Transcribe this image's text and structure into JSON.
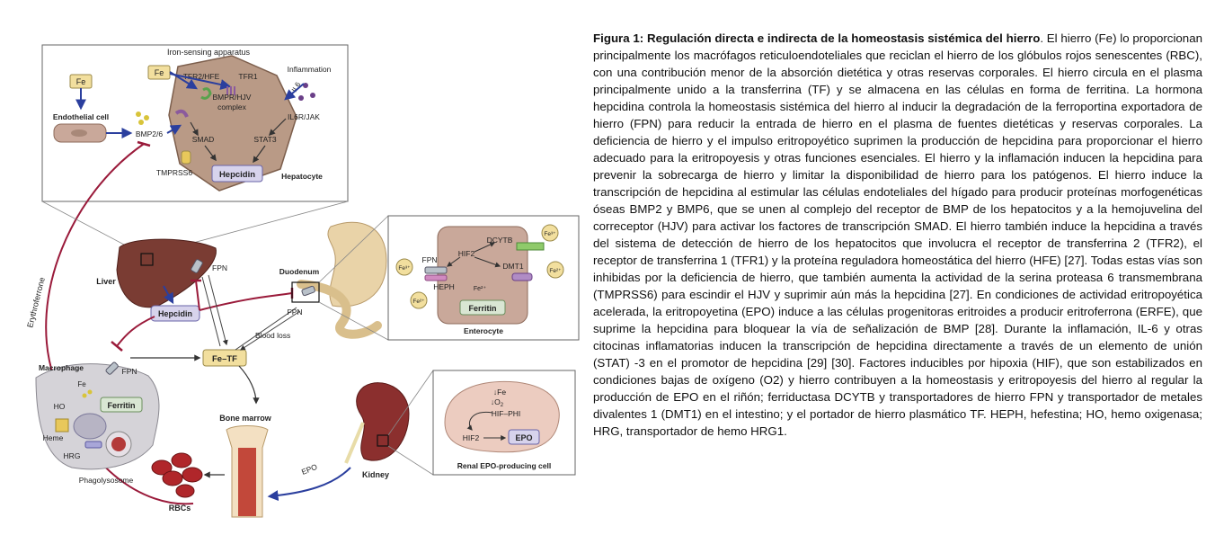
{
  "figure": {
    "top_panel": {
      "header": "Iron-sensing apparatus",
      "fe": "Fe",
      "tfr2_hfe": "TFR2/HFE",
      "tfr1": "TFR1",
      "inflammation": "Inflammation",
      "il6": "IL6",
      "il6r_jak": "IL6R/JAK",
      "fe_endo": "Fe",
      "endothelial_cell": "Endothelial cell",
      "bmp26": "BMP2/6",
      "bmpr_hjv": "BMPR/HJV",
      "complex": "complex",
      "smad": "SMAD",
      "stat3": "STAT3",
      "tmprss6": "TMPRSS6",
      "hepcidin": "Hepcidin",
      "hepatocyte": "Hepatocyte"
    },
    "erythroferrone": "Erythroferrone",
    "liver": "Liver",
    "fpn_liver": "FPN",
    "hepcidin_box": "Hepcidin",
    "duodenum": "Duodenum",
    "fpn_duodenum": "FPN",
    "blood_loss": "Blood loss",
    "fe_tf": "Fe–TF",
    "enterocyte_panel": {
      "dcytb": "DCYTB",
      "hif2": "HIF2",
      "fpn": "FPN",
      "dmt1": "DMT1",
      "heph": "HEPH",
      "fe2_in": "Fe²⁺",
      "fe3": "Fe³⁺",
      "fe2_left": "Fe²⁺",
      "fe3_left": "Fe³⁺",
      "fe2_right": "Fe²⁺",
      "fe2_mid": "Fe²⁺",
      "ferritin": "Ferritin",
      "enterocyte": "Enterocyte"
    },
    "macrophage_panel": {
      "macrophage": "Macrophage",
      "fpn": "FPN",
      "fe": "Fe",
      "ho": "HO",
      "ferritin": "Ferritin",
      "heme": "Heme",
      "hrg": "HRG",
      "phagolysosome": "Phagolysosome"
    },
    "bone_marrow": "Bone marrow",
    "rbcs": "RBCs",
    "epo_arrow": "EPO",
    "kidney": "Kidney",
    "kidney_panel": {
      "fe": "↓Fe",
      "o2": "↓O",
      "o2_sub": "2",
      "hif_phi": "HIF–PHI",
      "hif2": "HIF2",
      "epo": "EPO",
      "title": "Renal EPO-producing cell"
    }
  },
  "caption": {
    "title": "Figura 1: Regulación directa e indirecta de la homeostasis sistémica del hierro",
    "body": ". El hierro (Fe) lo proporcionan principalmente los macrófagos reticuloendoteliales que reciclan el hierro de los glóbulos rojos senescentes (RBC), con una contribución menor de la absorción dietética y otras reservas corporales. El hierro circula en el plasma principalmente unido a la transferrina (TF) y se almacena en las células en forma de ferritina. La hormona hepcidina controla la homeostasis sistémica del hierro al inducir la degradación de la ferroportina exportadora de hierro (FPN) para reducir la entrada de hierro en el plasma de fuentes dietéticas y reservas corporales. La deficiencia de hierro y el impulso eritropoyético suprimen la producción de hepcidina para proporcionar el hierro adecuado para la eritropoyesis y otras funciones esenciales. El hierro y la inflamación inducen la hepcidina para prevenir la sobrecarga de hierro y limitar la disponibilidad de hierro para los patógenos. El hierro induce la transcripción de hepcidina al estimular las células endoteliales del hígado para producir proteínas morfogenéticas óseas BMP2 y BMP6, que se unen al complejo del receptor de BMP de los hepatocitos y a la hemojuvelina del correceptor (HJV) para activar los factores de transcripción SMAD. El hierro también induce la hepcidina a través del sistema de detección de hierro de los hepatocitos que involucra el receptor de transferrina 2 (TFR2), el receptor de transferrina 1 (TFR1) y la proteína reguladora homeostática del hierro (HFE) [27]. Todas estas vías son inhibidas por la deficiencia de hierro, que también aumenta la actividad de la serina proteasa 6 transmembrana (TMPRSS6) para escindir el HJV y suprimir aún más la hepcidina [27]. En condiciones de actividad eritropoyética acelerada, la eritropoyetina (EPO) induce a las células progenitoras eritroides a producir eritroferrona (ERFE), que suprime la hepcidina para bloquear la vía de señalización de BMP [28]. Durante la inflamación, IL-6 y otras citocinas inflamatorias inducen la transcripción de hepcidina directamente a través de un elemento de unión (STAT) -3 en el promotor de hepcidina [29] [30]. Factores inducibles por hipoxia (HIF), que son estabilizados en condiciones bajas de oxígeno (O2) y hierro contribuyen a la homeostasis y eritropoyesis del hierro al regular la producción de EPO en el riñón; ferriductasa DCYTB y transportadores de hierro FPN y transportador de metales divalentes 1 (DMT1) en el intestino; y el portador de hierro plasmático TF. HEPH, hefestina; HO, hemo oxigenasa; HRG, transportador de hemo HRG1."
  }
}
